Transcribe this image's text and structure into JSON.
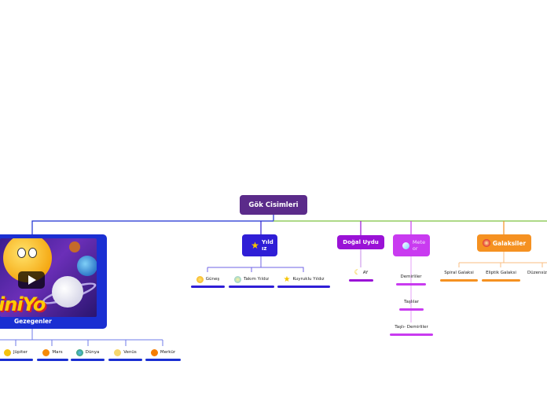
{
  "root": {
    "label": "Gök Cisimleri"
  },
  "branches": {
    "gezegenler": {
      "label": "Gezegenler",
      "video_logo_text": "iniYo",
      "children": [
        {
          "label": "Jüpiter",
          "icon": "jupiter-icon",
          "color": "#f4c20d"
        },
        {
          "label": "Mars",
          "icon": "mars-icon",
          "color": "#f58a07"
        },
        {
          "label": "Dünya",
          "icon": "earth-icon",
          "color": "#2e9e4a"
        },
        {
          "label": "Venüs",
          "icon": "venus-icon",
          "color": "#f5d76e"
        },
        {
          "label": "Merkür",
          "icon": "mercury-icon",
          "color": "#f57c00"
        }
      ]
    },
    "yildiz": {
      "label": "Yıldız",
      "label_line1": "Yıld",
      "label_line2": "ız",
      "icon": "star-icon",
      "children": [
        {
          "label": "Güneş",
          "icon": "sun-icon"
        },
        {
          "label": "Takım Yıldız",
          "icon": "constellation-icon"
        },
        {
          "label": "Kuyruklu Yıldız",
          "icon": "comet-star-icon"
        }
      ]
    },
    "dogal_uydu": {
      "label": "Doğal Uydu",
      "children": [
        {
          "label": "AY",
          "icon": "moon-icon"
        }
      ]
    },
    "meteor": {
      "label": "Meteor",
      "label_line1": "Mete",
      "label_line2": "or",
      "icon": "meteor-icon",
      "children": [
        {
          "label": "Demirliler"
        },
        {
          "label": "Taşlılar"
        },
        {
          "label": "Taşlı- Demirliler"
        }
      ]
    },
    "galaksiler": {
      "label": "Galaksiler",
      "icon": "galaxy-icon",
      "children": [
        {
          "label": "Spiral Galaksi"
        },
        {
          "label": "Eliptik Galaksi"
        },
        {
          "label": "Düzensiz"
        }
      ]
    }
  },
  "colors": {
    "root": "#5b2b8a",
    "gezegenler": "#1a2fd2",
    "yildiz": "#2f1ed6",
    "dogal_uydu": "#9a12d6",
    "meteor": "#c93bf0",
    "galaksiler": "#f59121",
    "connector_green": "#7dc241"
  }
}
